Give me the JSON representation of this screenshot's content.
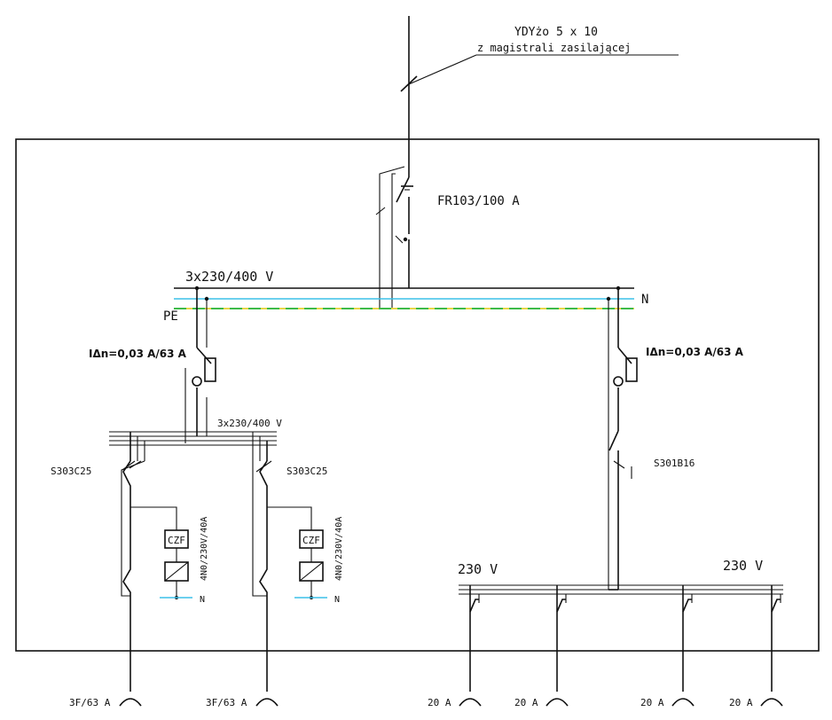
{
  "cable": {
    "line1": "YDYżo 5 x 10",
    "line2": "z magistrali zasilającej"
  },
  "main_switch": {
    "label": "FR103/100 A"
  },
  "busbar": {
    "voltage": "3x230/400 V",
    "pe_label": "PE",
    "n_label": "N"
  },
  "rcd_left": {
    "label": "IΔn=0,03 A/63 A"
  },
  "rcd_right": {
    "label": "IΔn=0,03 A/63 A"
  },
  "sub_busbar": {
    "voltage": "3x230/400 V"
  },
  "breakers": {
    "left": "S303C25",
    "middle": "S303C25",
    "right": "S301B16"
  },
  "contactors": [
    {
      "czf": "CZF",
      "rating": "4N0/230V/40A",
      "n_label": "N"
    },
    {
      "czf": "CZF",
      "rating": "4N0/230V/40A",
      "n_label": "N"
    }
  ],
  "single_phase_bus": {
    "left_label": "230 V",
    "right_label": "230 V"
  },
  "outputs": [
    "3F/63 A",
    "3F/63 A",
    "20 A",
    "20 A",
    "20 A",
    "20 A"
  ],
  "colors": {
    "line": "#111111",
    "neutral": "#3cc0e8",
    "pe_yellow": "#e8d64a",
    "pe_green": "#3dbb4a"
  }
}
